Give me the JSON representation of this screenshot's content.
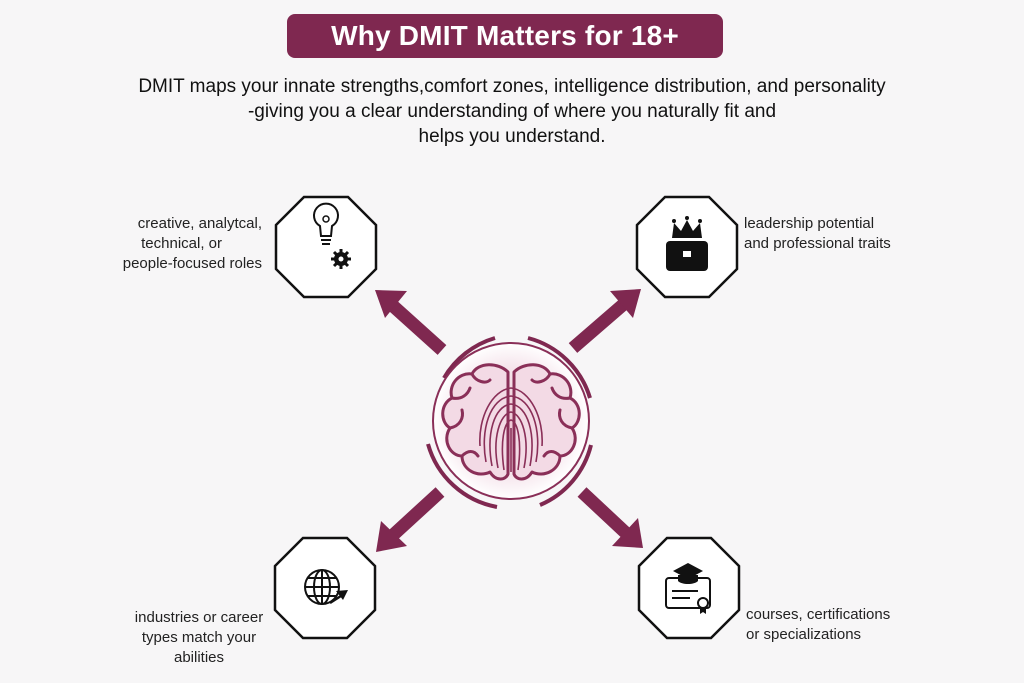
{
  "title": "Why DMIT Matters for 18+",
  "intro_lines": [
    "DMIT maps your innate strengths,comfort zones, intelligence distribution, and personality",
    "-giving you a clear understanding of where you naturally fit and",
    "helps you understand."
  ],
  "center": {
    "icon": "brain-fingerprint-icon"
  },
  "nodes": {
    "top_left": {
      "icon": "lightbulb-gear-icon",
      "lines": [
        "creative, analytcal,",
        "technical, or",
        "people-focused roles"
      ]
    },
    "top_right": {
      "icon": "crown-briefcase-icon",
      "lines": [
        "leadership potential",
        "and professional traits"
      ]
    },
    "bottom_left": {
      "icon": "globe-arrow-icon",
      "lines": [
        "industries or career",
        "types match your",
        "abilities"
      ]
    },
    "bottom_right": {
      "icon": "graduation-certificate-icon",
      "lines": [
        "courses, certifications",
        "or specializations"
      ]
    }
  },
  "colors": {
    "accent": "#7f2850",
    "brain_stroke": "#8a2f58",
    "brain_fill": "#f2d9e3",
    "octagon_stroke": "#111111",
    "background": "#f7f6f7"
  }
}
